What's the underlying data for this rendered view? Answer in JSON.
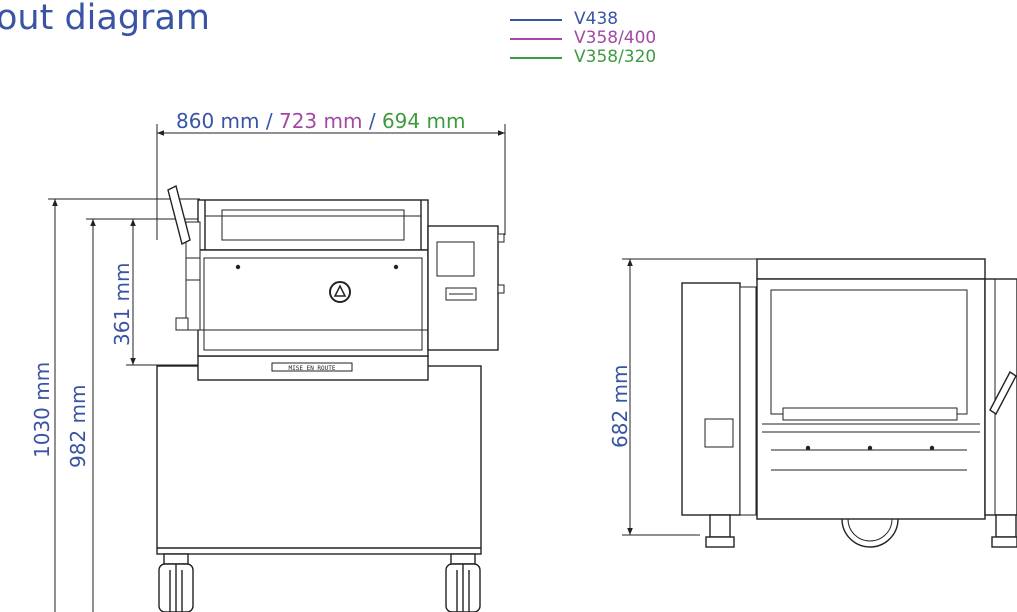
{
  "title": "out diagram",
  "colors": {
    "v438": "#3a54a4",
    "v358_400": "#a349a4",
    "v358_320": "#3f9b3f",
    "line": "#222222"
  },
  "legend": [
    {
      "label": "V438",
      "color": "#3a54a4"
    },
    {
      "label": "V358/400",
      "color": "#a349a4"
    },
    {
      "label": "V358/320",
      "color": "#3f9b3f"
    }
  ],
  "dimensions": {
    "width_v438": "860 mm",
    "width_v358_400": "723 mm",
    "width_v358_320": "694 mm",
    "slash": "/",
    "height_total": "1030 mm",
    "height_982": "982 mm",
    "height_upper": "361 mm",
    "height_side": "682 mm"
  },
  "labels": {
    "plate": "MISE EN ROUTE"
  }
}
